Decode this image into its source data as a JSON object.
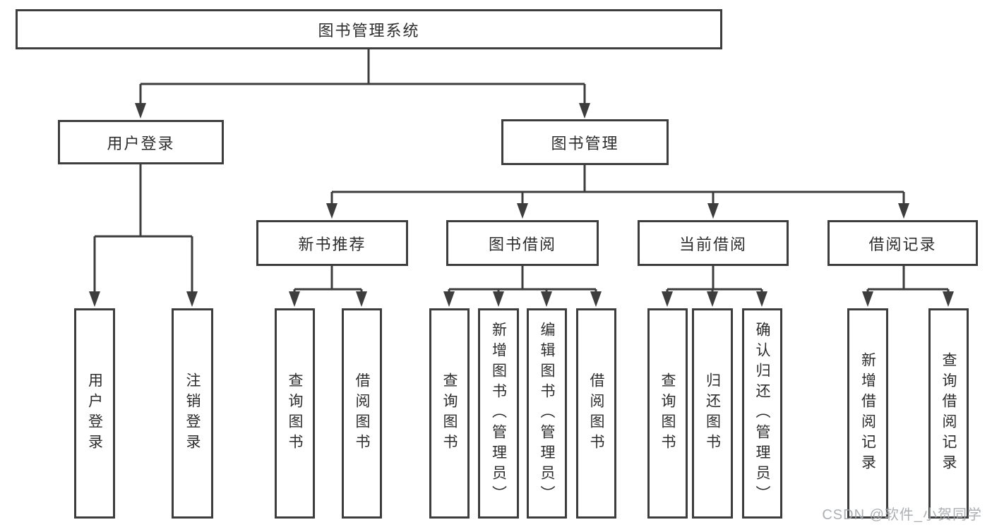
{
  "diagram": {
    "title": "图书管理系统",
    "level2": [
      {
        "label": "用户登录"
      },
      {
        "label": "图书管理"
      }
    ],
    "level3": [
      {
        "label": "新书推荐"
      },
      {
        "label": "图书借阅"
      },
      {
        "label": "当前借阅"
      },
      {
        "label": "借阅记录"
      }
    ],
    "groups": [
      {
        "parent": "用户登录",
        "children": [
          "用户登录",
          "注销登录"
        ]
      },
      {
        "parent": "新书推荐",
        "children": [
          "查询图书",
          "借阅图书"
        ]
      },
      {
        "parent": "图书借阅",
        "children": [
          "查询图书",
          "新增图书（管理员）",
          "编辑图书（管理员）",
          "借阅图书"
        ]
      },
      {
        "parent": "当前借阅",
        "children": [
          "查询图书",
          "归还图书",
          "确认归还（管理员）"
        ]
      },
      {
        "parent": "借阅记录",
        "children": [
          "新增借阅记录",
          "查询借阅记录"
        ]
      }
    ],
    "colors": {
      "line": "#3d3d3d",
      "box_border": "#3d3d3d",
      "text": "#2d2d2d",
      "background": "#ffffff"
    },
    "watermark": "CSDN @软件_小贺同学"
  }
}
